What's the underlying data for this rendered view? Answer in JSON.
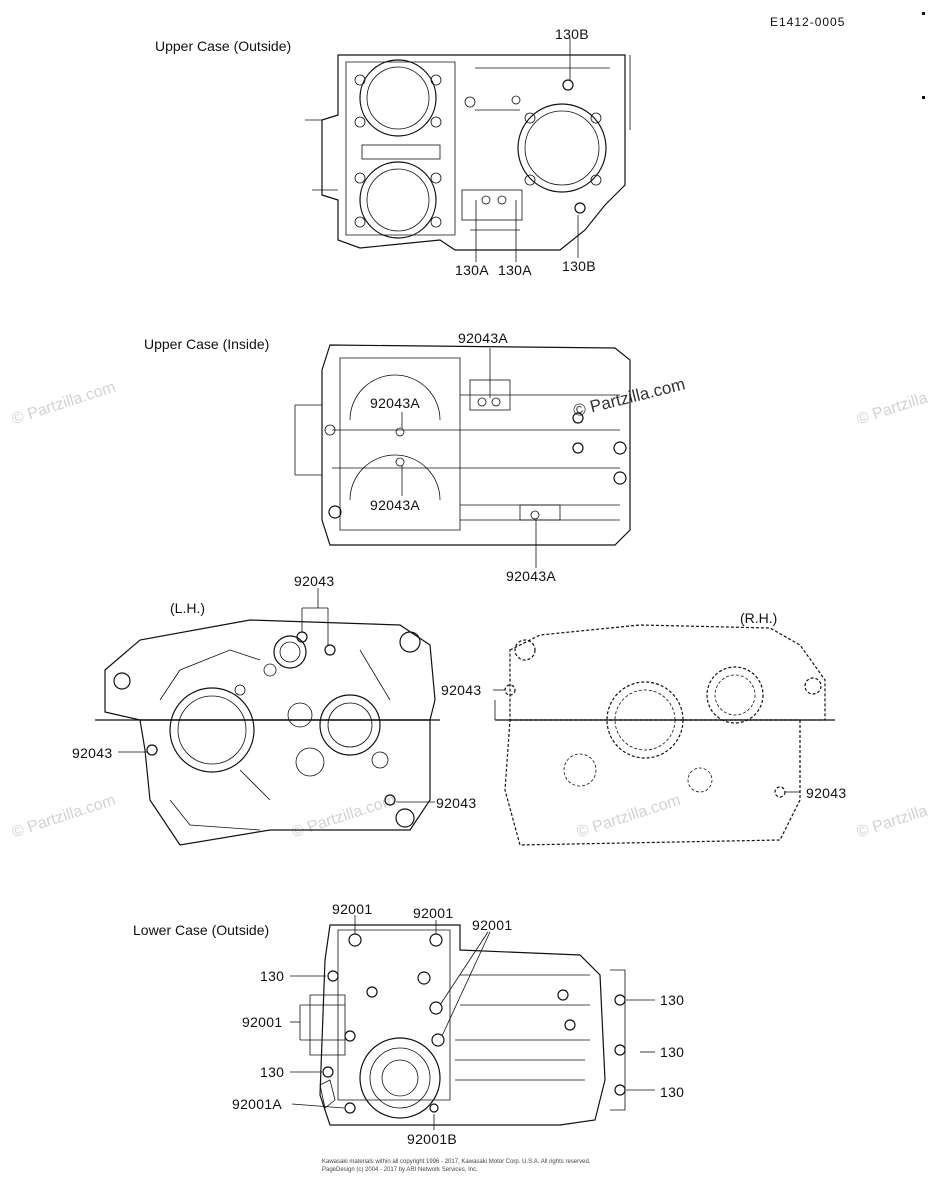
{
  "diagram_code": "E1412-0005",
  "sections": {
    "upper_outside": "Upper Case (Outside)",
    "upper_inside": "Upper Case (Inside)",
    "lh": "(L.H.)",
    "rh": "(R.H.)",
    "lower_outside": "Lower Case (Outside)"
  },
  "labels": {
    "uo_130b_top": "130B",
    "uo_130a_1": "130A",
    "uo_130a_2": "130A",
    "uo_130b_bottom": "130B",
    "ui_92043a_top": "92043A",
    "ui_92043a_left1": "92043A",
    "ui_92043a_left2": "92043A",
    "ui_92043a_bottom": "92043A",
    "lh_92043_top": "92043",
    "lh_92043_left": "92043",
    "lh_92043_bottom": "92043",
    "rh_92043_left": "92043",
    "rh_92043_right": "92043",
    "lo_92001_1": "92001",
    "lo_92001_2": "92001",
    "lo_92001_3": "92001",
    "lo_130_1": "130",
    "lo_92001_left": "92001",
    "lo_130_2": "130",
    "lo_92001a": "92001A",
    "lo_92001b": "92001B",
    "lo_130_r1": "130",
    "lo_130_r2": "130",
    "lo_130_r3": "130"
  },
  "watermark": {
    "main": "© Partzilla.com",
    "faint": "© Partzilla.com"
  },
  "footer": {
    "line1": "Kawasaki materials within all copyright 1996 - 2017, Kawasaki Motor Corp. U.S.A.   All rights reserved.",
    "line2": "PageDesign (c) 2004 - 2017 by ARI Network Services, Inc."
  }
}
